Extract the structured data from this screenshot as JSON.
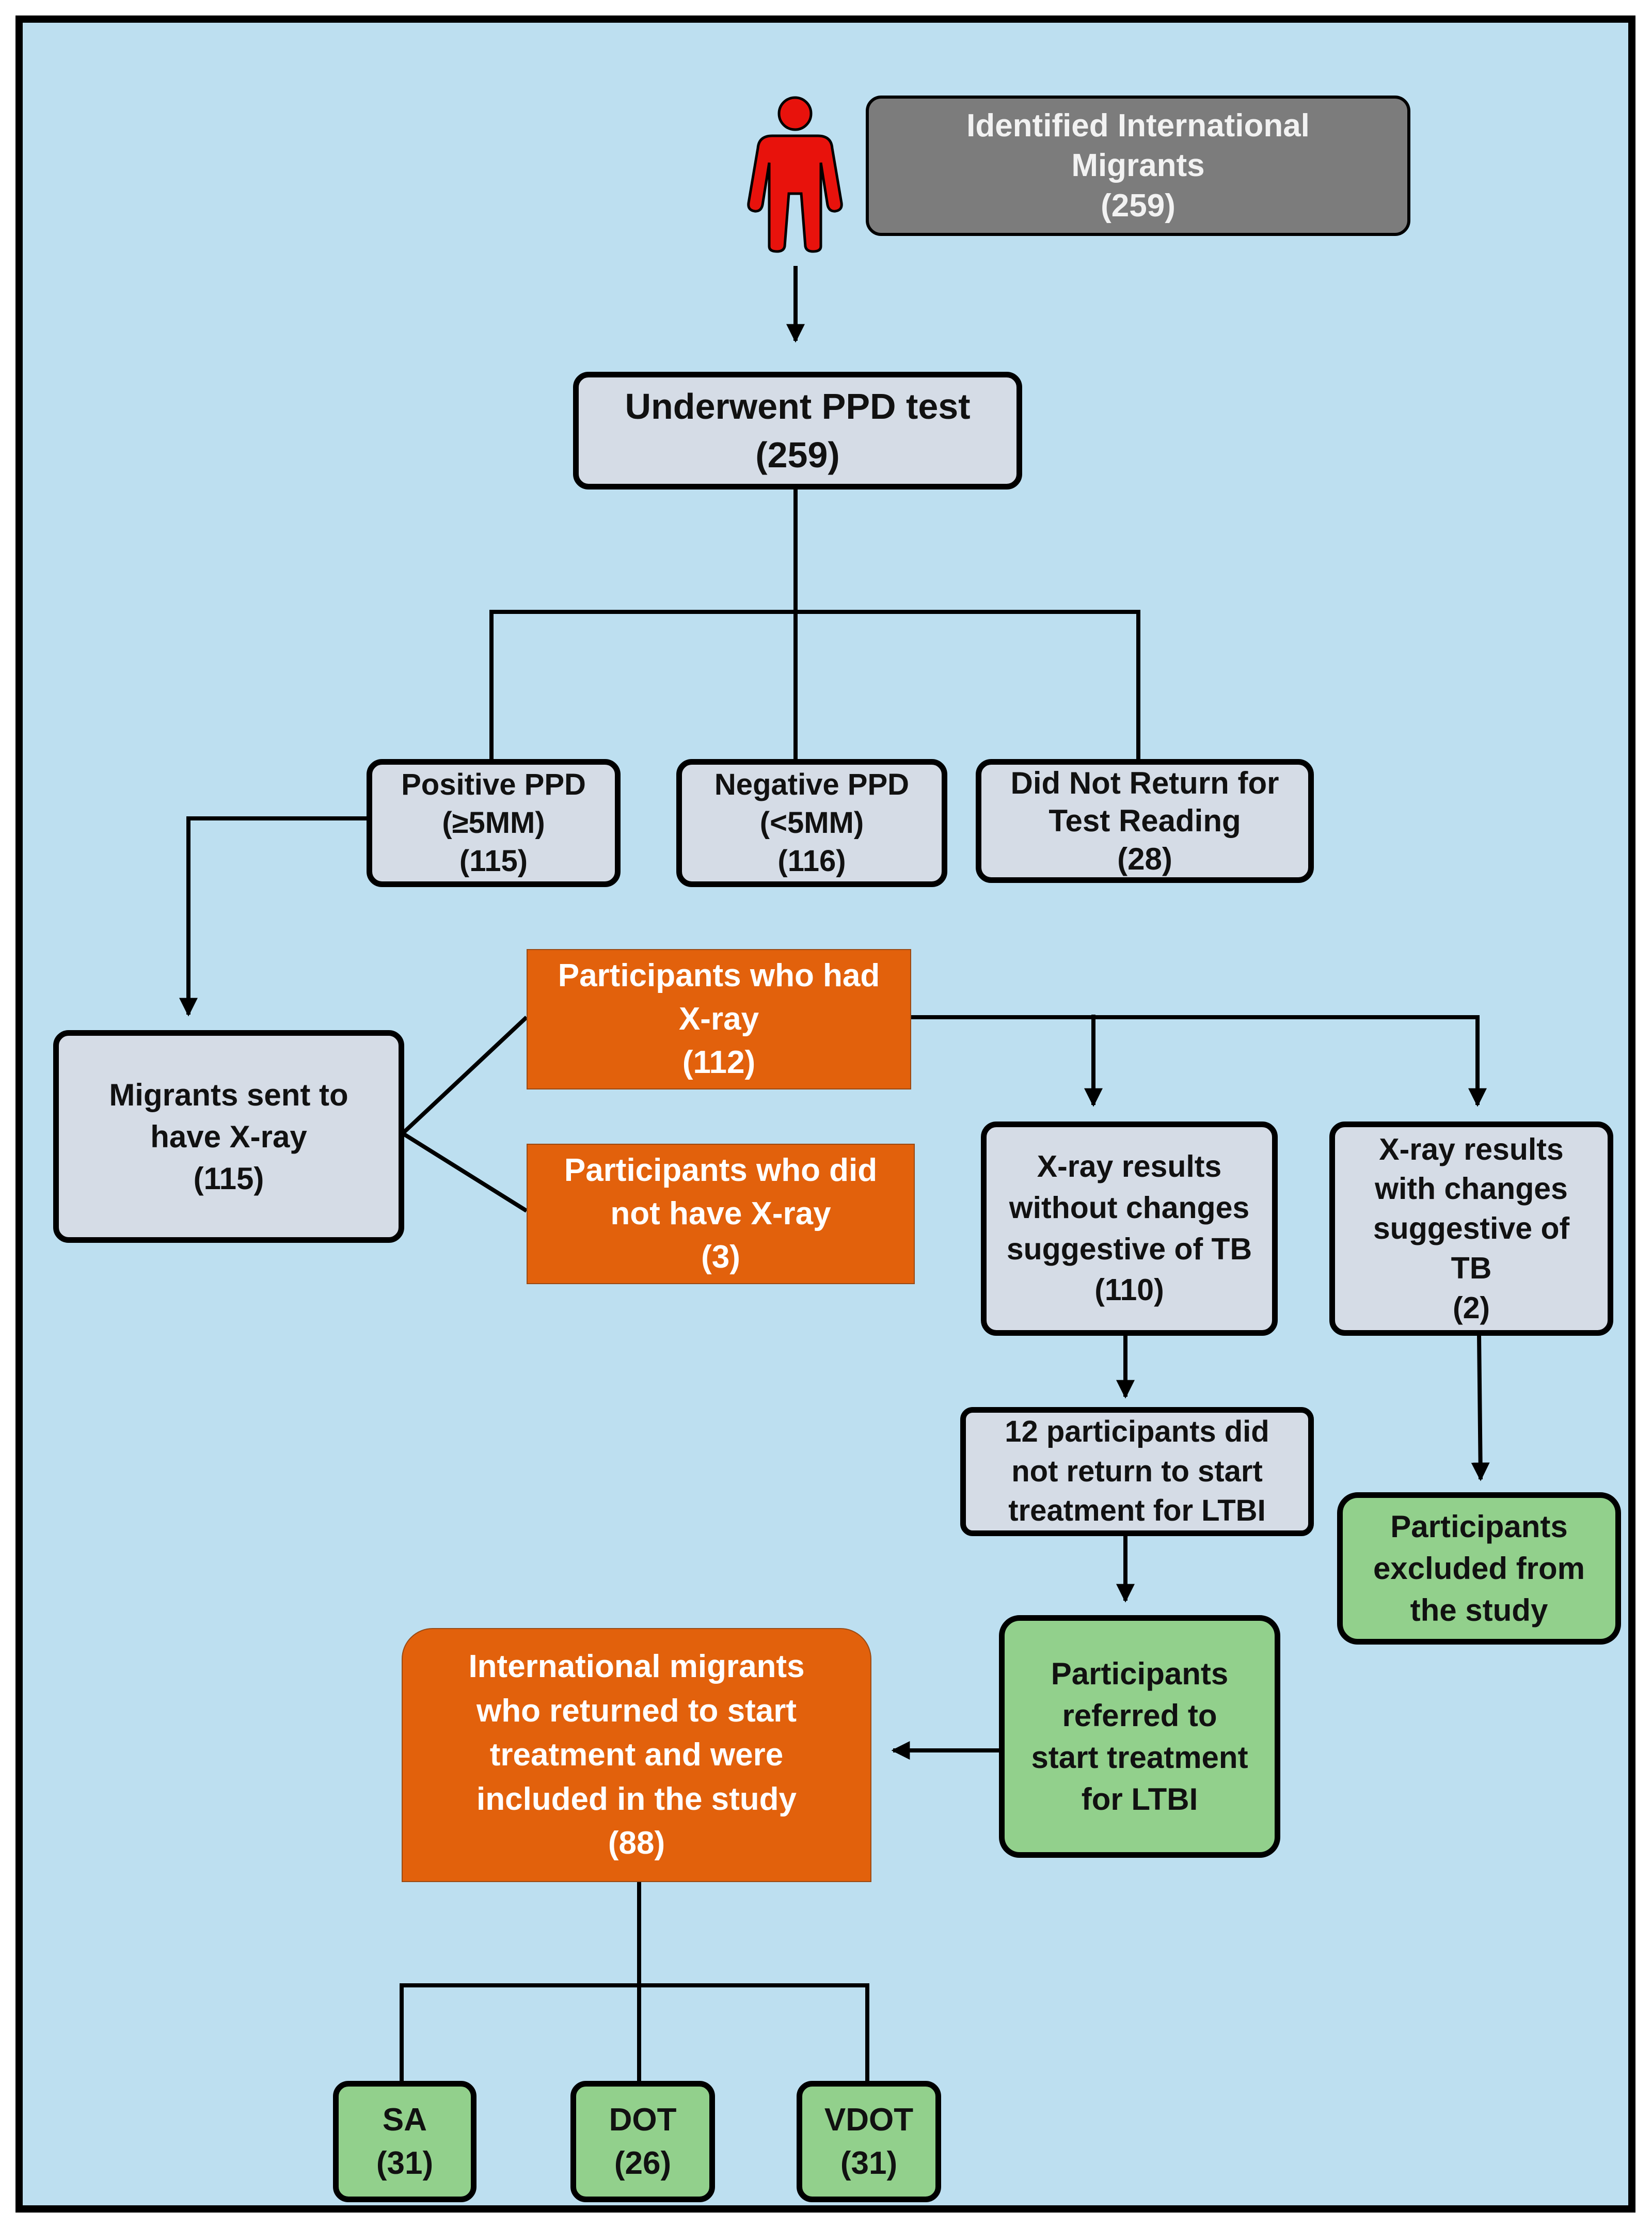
{
  "nodes": {
    "identified": {
      "lines": [
        "Identified  International",
        "Migrants",
        "(259)"
      ]
    },
    "ppd_test": {
      "lines": [
        "Underwent PPD test",
        "(259)"
      ]
    },
    "positive": {
      "lines": [
        "Positive PPD",
        "(≥5MM)",
        "(115)"
      ]
    },
    "negative": {
      "lines": [
        "Negative PPD",
        "(<5MM)",
        "(116)"
      ]
    },
    "did_not_return": {
      "lines": [
        "Did Not Return for",
        "Test Reading",
        "(28)"
      ]
    },
    "sent_xray": {
      "lines": [
        "Migrants sent to",
        "have X-ray",
        "(115)"
      ]
    },
    "had_xray": {
      "lines": [
        "Participants  who had",
        "X-ray",
        "(112)"
      ]
    },
    "no_xray": {
      "lines": [
        "Participants  who did",
        "not have X-ray",
        "(3)"
      ]
    },
    "xray_no_change": {
      "lines": [
        "X-ray results",
        "without changes",
        "suggestive of TB",
        "(110)"
      ]
    },
    "xray_change": {
      "lines": [
        "X-ray results",
        "with changes",
        "suggestive of",
        "TB",
        "(2)"
      ]
    },
    "no_return_ltbi": {
      "lines": [
        "12 participants did",
        "not return to start",
        "treatment for LTBI"
      ]
    },
    "excluded": {
      "lines": [
        "Participants",
        "excluded from",
        "the study"
      ]
    },
    "referred": {
      "lines": [
        "Participants",
        "referred to",
        "start treatment",
        "for LTBI"
      ]
    },
    "included": {
      "lines": [
        "International  migrants",
        "who returned to start",
        "treatment and were",
        "included  in the study",
        "(88)"
      ]
    },
    "sa": {
      "lines": [
        "SA",
        "(31)"
      ]
    },
    "dot": {
      "lines": [
        "DOT",
        "(26)"
      ]
    },
    "vdot": {
      "lines": [
        "VDOT",
        "(31)"
      ]
    }
  },
  "colors": {
    "background": "#bddff0",
    "grey_box": "#d5dce6",
    "dark_box": "#7c7c7c",
    "orange_box": "#e2610c",
    "green_box": "#92d08c",
    "person_icon": "#e8120c"
  },
  "icons": {
    "person": "person-icon"
  }
}
